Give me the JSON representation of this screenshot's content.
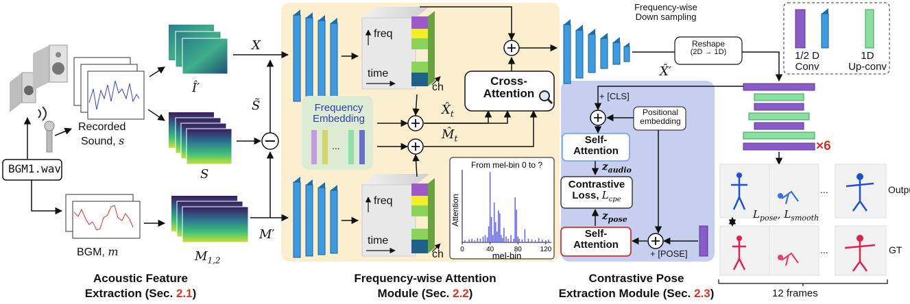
{
  "extraction": {
    "bgm_file": "BGM1.wav",
    "recorded_sound": "Recorded",
    "recorded_sound_2": "Sound,",
    "recorded_symbol": "s",
    "bgm_label": "BGM,",
    "bgm_symbol": "m",
    "sym_X": "X",
    "sym_Ihat": "Î′",
    "sym_S": "S",
    "sym_Stilde": "S̃",
    "sym_Mprime": "M′",
    "sym_M12": "M",
    "sym_M12_sub": "1,2",
    "title_line1": "Acoustic Feature",
    "title_line2_pre": "Extraction (Sec. ",
    "title_ref": "2.1",
    "title_line2_post": ")"
  },
  "attention": {
    "freq_label": "freq",
    "time_label": "time",
    "ch_label": "ch",
    "cross_attention_1": "Cross-",
    "cross_attention_2": "Attention",
    "freq_embedding_1": "Frequency",
    "freq_embedding_2": "Embedding",
    "ellipsis": "...",
    "sym_Xt": "X̂",
    "sym_Xt_sub": "t",
    "sym_Mt": "M̂",
    "sym_Mt_sub": "t",
    "sym_Xprime": "X̂′",
    "title_line1": "Frequency-wise Attention",
    "title_line2_pre": "Module (Sec. ",
    "title_ref": "2.2",
    "title_line2_post": ")"
  },
  "chart_data": {
    "type": "bar",
    "title": "From mel-bin 0 to ?",
    "xlabel": "mel-bin",
    "ylabel": "Attention",
    "xlim": [
      0,
      128
    ],
    "ylim": [
      0,
      1
    ],
    "xticks": [
      "0",
      "40",
      "80",
      "120"
    ],
    "x": [
      4,
      10,
      14,
      18,
      22,
      26,
      30,
      33,
      36,
      38,
      40,
      42,
      44,
      46,
      48,
      50,
      52,
      54,
      56,
      58,
      60,
      63,
      66,
      70,
      74,
      76,
      78,
      80,
      82,
      86,
      90,
      95,
      100,
      105,
      110,
      115,
      120,
      124
    ],
    "values": [
      0.03,
      0.04,
      0.05,
      0.03,
      0.06,
      0.05,
      0.08,
      0.1,
      0.07,
      0.22,
      0.97,
      0.35,
      0.1,
      0.55,
      0.28,
      0.15,
      0.44,
      0.4,
      0.1,
      0.06,
      0.2,
      0.08,
      0.05,
      0.1,
      0.05,
      0.62,
      0.45,
      0.08,
      0.05,
      0.04,
      0.18,
      0.05,
      0.04,
      0.03,
      0.06,
      0.04,
      0.03,
      0.04
    ]
  },
  "pose": {
    "freq_downsampling_1": "Frequency-wise",
    "freq_downsampling_2": "Down sampling",
    "reshape_1": "Reshape",
    "reshape_2": "(2D → 1D)",
    "cls_token": "+ [CLS]",
    "pos_embedding_1": "Positional",
    "pos_embedding_2": "embedding",
    "self_attention_1": "Self-",
    "self_attention_2": "Attention",
    "z_audio": "z",
    "z_audio_sub": "audio",
    "z_pose": "z",
    "z_pose_sub": "pose",
    "contrastive_1": "Contrastive",
    "contrastive_2": "Loss,",
    "contrastive_sym": "L",
    "contrastive_sub": "cpe",
    "pose_token": "+ [POSE]",
    "legend_conv_1": "1/2 D",
    "legend_conv_2": "Conv",
    "legend_upconv_1": "1D",
    "legend_upconv_2": "Up-conv",
    "repeat": "×6",
    "output_label": "Output",
    "gt_label": "GT",
    "loss_label": "L",
    "loss_sub1": "pose",
    "loss_mid": ", L",
    "loss_sub2": "smooth",
    "frames_label": "12 frames",
    "ellipsis": "...",
    "title_line1": "Contrastive Pose",
    "title_line2_pre": "Extraction Module (Sec. ",
    "title_ref": "2.3",
    "title_line2_post": ")"
  },
  "colors": {
    "yellow_panel": "#fbefcf",
    "blue_panel": "#c6cff0",
    "green_panel": "#dcebd2",
    "conv_blue": "#3d9be0",
    "purple": "#8a5cc8",
    "light_green": "#88e0a0",
    "red_accent": "#d32f2f",
    "chart_bar": "#6a6ae8"
  }
}
